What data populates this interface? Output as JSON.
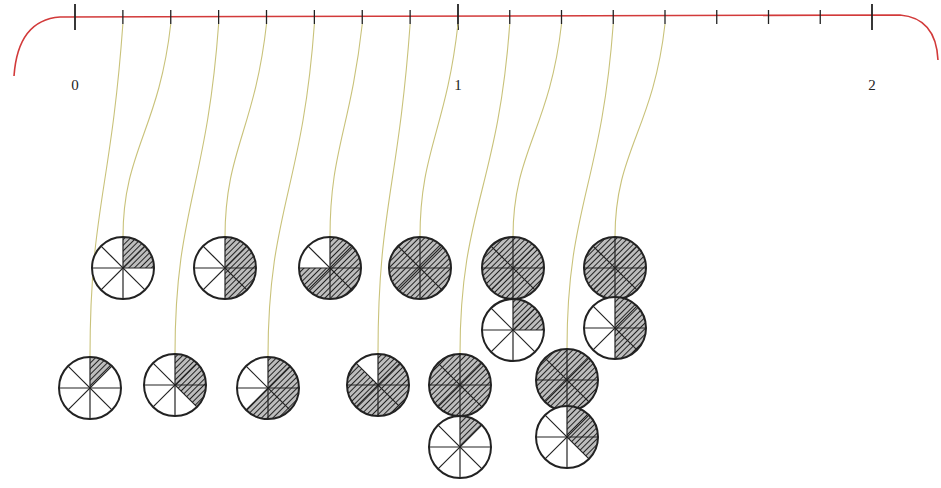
{
  "diagram": {
    "labels": [
      "0",
      "1",
      "2"
    ]
  }
}
